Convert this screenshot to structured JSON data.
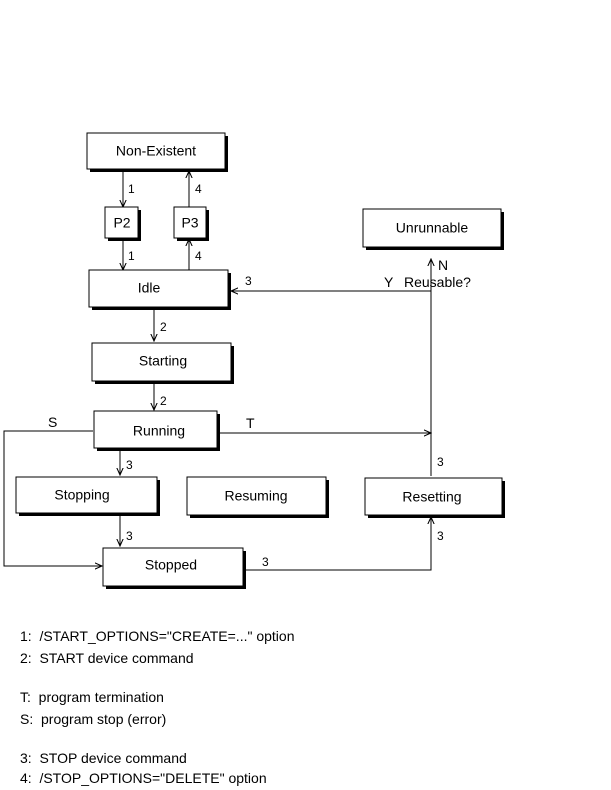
{
  "states": {
    "non_existent": "Non-Existent",
    "p2": "P2",
    "p3": "P3",
    "unrunnable": "Unrunnable",
    "idle": "Idle",
    "starting": "Starting",
    "running": "Running",
    "stopping": "Stopping",
    "resuming": "Resuming",
    "resetting": "Resetting",
    "stopped": "Stopped"
  },
  "edge_labels": {
    "ne_to_p2": "1",
    "p3_to_ne": "4",
    "p2_to_idle": "1",
    "idle_to_p3": "4",
    "idle_to_starting": "2",
    "starting_to_running": "2",
    "running_to_stopping": "3",
    "stopping_to_stopped": "3",
    "stopped_to_resetting": "3",
    "resetting_up": "3",
    "resetting_in": "3",
    "to_idle": "3",
    "stop_branch": "S",
    "term_branch": "T",
    "reusable_yes": "Y",
    "reusable_no": "N",
    "reusable_question": "Reusable?"
  },
  "legend": [
    "1:  /START_OPTIONS=\"CREATE=...\" option",
    "2:  START device command",
    "T:  program termination",
    "S:  program stop (error)",
    "3:  STOP device command",
    "4:  /STOP_OPTIONS=\"DELETE\" option"
  ]
}
